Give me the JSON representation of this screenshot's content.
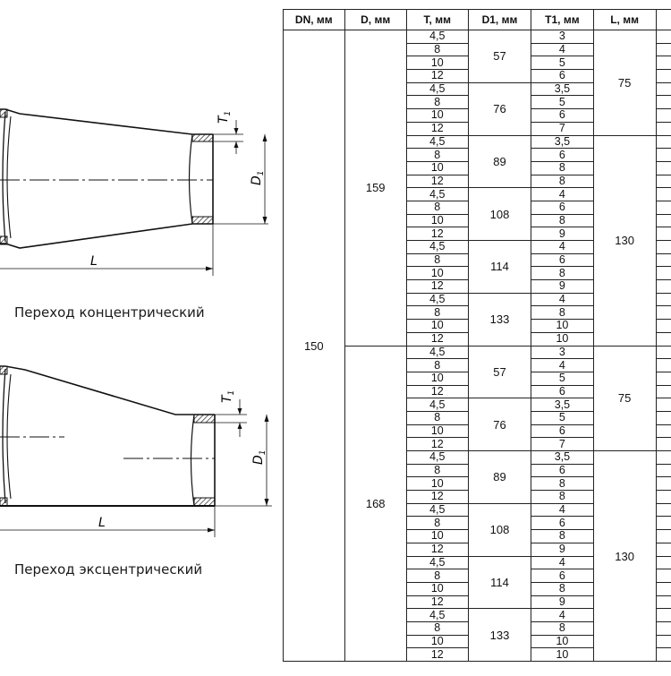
{
  "drawings": {
    "concentric": {
      "caption": "Переход концентрический",
      "label_t1": "T",
      "label_t1_sub": "1",
      "label_d1": "D",
      "label_d1_sub": "1",
      "label_l": "L"
    },
    "eccentric": {
      "caption": "Переход эксцентрический",
      "label_t1": "T",
      "label_t1_sub": "1",
      "label_d1": "D",
      "label_d1_sub": "1",
      "label_l": "L"
    }
  },
  "table": {
    "headers": [
      "DN, мм",
      "D, мм",
      "T, мм",
      "D1, мм",
      "T1, мм",
      "L, мм"
    ],
    "dn": "150",
    "groups": [
      {
        "D": "159",
        "L_values": [
          "75",
          "130"
        ],
        "subgroups": [
          {
            "D1": "57",
            "T": [
              "4,5",
              "8",
              "10",
              "12"
            ],
            "T1": [
              "3",
              "4",
              "5",
              "6"
            ]
          },
          {
            "D1": "76",
            "T": [
              "4,5",
              "8",
              "10",
              "12"
            ],
            "T1": [
              "3,5",
              "5",
              "6",
              "7"
            ]
          },
          {
            "D1": "89",
            "T": [
              "4,5",
              "8",
              "10",
              "12"
            ],
            "T1": [
              "3,5",
              "6",
              "8",
              "8"
            ]
          },
          {
            "D1": "108",
            "T": [
              "4,5",
              "8",
              "10",
              "12"
            ],
            "T1": [
              "4",
              "6",
              "8",
              "9"
            ]
          },
          {
            "D1": "114",
            "T": [
              "4,5",
              "8",
              "10",
              "12"
            ],
            "T1": [
              "4",
              "6",
              "8",
              "9"
            ]
          },
          {
            "D1": "133",
            "T": [
              "4,5",
              "8",
              "10",
              "12"
            ],
            "T1": [
              "4",
              "8",
              "10",
              "10"
            ]
          }
        ]
      },
      {
        "D": "168",
        "L_values": [
          "75",
          "130"
        ],
        "subgroups": [
          {
            "D1": "57",
            "T": [
              "4,5",
              "8",
              "10",
              "12"
            ],
            "T1": [
              "3",
              "4",
              "5",
              "6"
            ]
          },
          {
            "D1": "76",
            "T": [
              "4,5",
              "8",
              "10",
              "12"
            ],
            "T1": [
              "3,5",
              "5",
              "6",
              "7"
            ]
          },
          {
            "D1": "89",
            "T": [
              "4,5",
              "8",
              "10",
              "12"
            ],
            "T1": [
              "3,5",
              "6",
              "8",
              "8"
            ]
          },
          {
            "D1": "108",
            "T": [
              "4,5",
              "8",
              "10",
              "12"
            ],
            "T1": [
              "4",
              "6",
              "8",
              "9"
            ]
          },
          {
            "D1": "114",
            "T": [
              "4,5",
              "8",
              "10",
              "12"
            ],
            "T1": [
              "4",
              "6",
              "8",
              "9"
            ]
          },
          {
            "D1": "133",
            "T": [
              "4,5",
              "8",
              "10",
              "12"
            ],
            "T1": [
              "4",
              "8",
              "10",
              "10"
            ]
          }
        ]
      }
    ]
  }
}
